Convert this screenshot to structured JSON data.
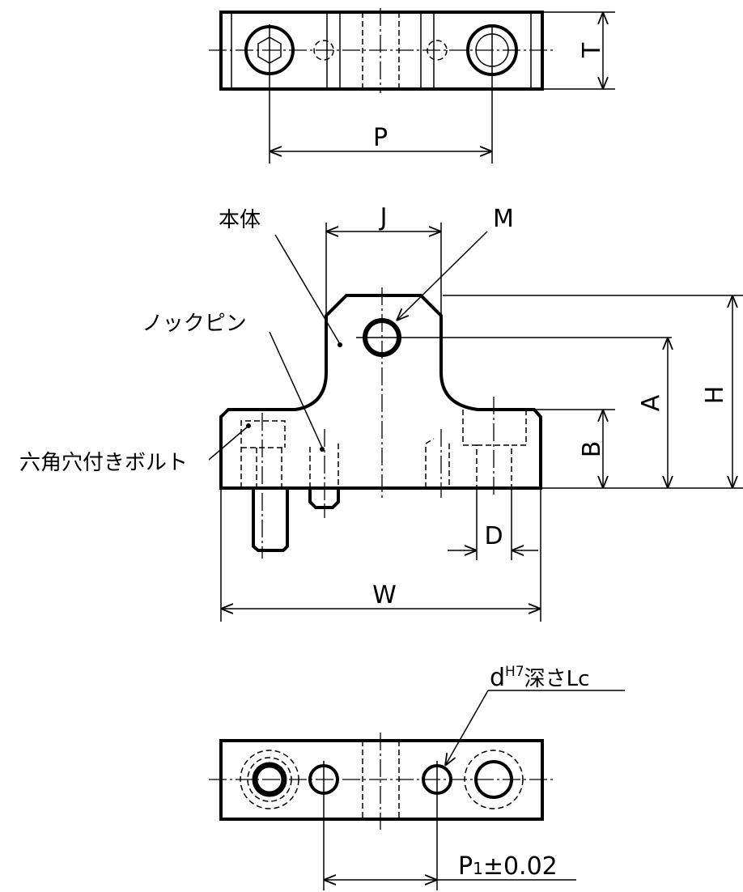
{
  "title": "Positioning block technical drawing",
  "labels": {
    "P": "P",
    "T": "T",
    "J": "J",
    "M": "M",
    "body": "本体",
    "knock_pin": "ノックピン",
    "hex_bolt": "六角穴付きボルト",
    "A": "A",
    "H": "H",
    "B": "B",
    "D": "D",
    "W": "W",
    "hole_d": "d",
    "hole_tol": "H7",
    "hole_depth": "深さLc",
    "p1_main": "P",
    "p1_sub": "1",
    "p1_tol": "±0.02"
  }
}
